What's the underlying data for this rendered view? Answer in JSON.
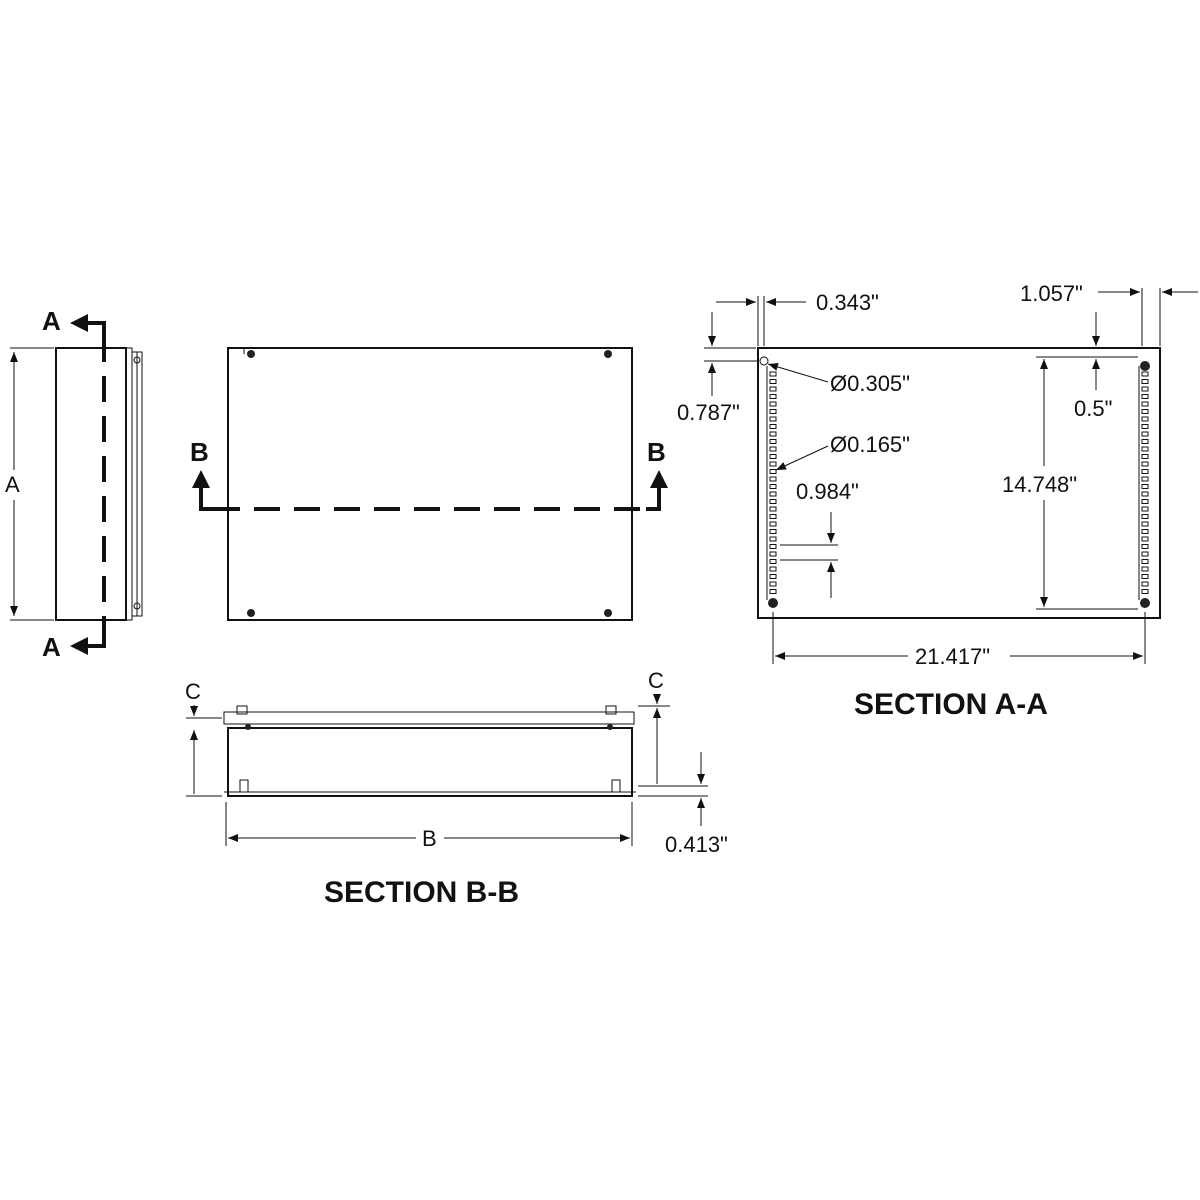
{
  "side_view": {
    "height_label": "A",
    "cut_label_top": "A",
    "cut_label_bottom": "A"
  },
  "front_view": {
    "cut_label_left": "B",
    "cut_label_right": "B"
  },
  "section_b": {
    "title": "SECTION B-B",
    "width_label": "B",
    "depth_label_left": "C",
    "depth_label_right": "C",
    "flange_dim": "0.413\""
  },
  "section_a": {
    "title": "SECTION A-A",
    "dims": {
      "left_offset": "0.343\"",
      "right_offset": "1.057\"",
      "top_offset": "0.787\"",
      "large_hole": "Ø0.305\"",
      "small_hole": "Ø0.165\"",
      "hole_pitch": "0.984\"",
      "hole_span_vertical": "14.748\"",
      "hole_top_offset": "0.5\"",
      "hole_span_horizontal": "21.417\""
    }
  }
}
